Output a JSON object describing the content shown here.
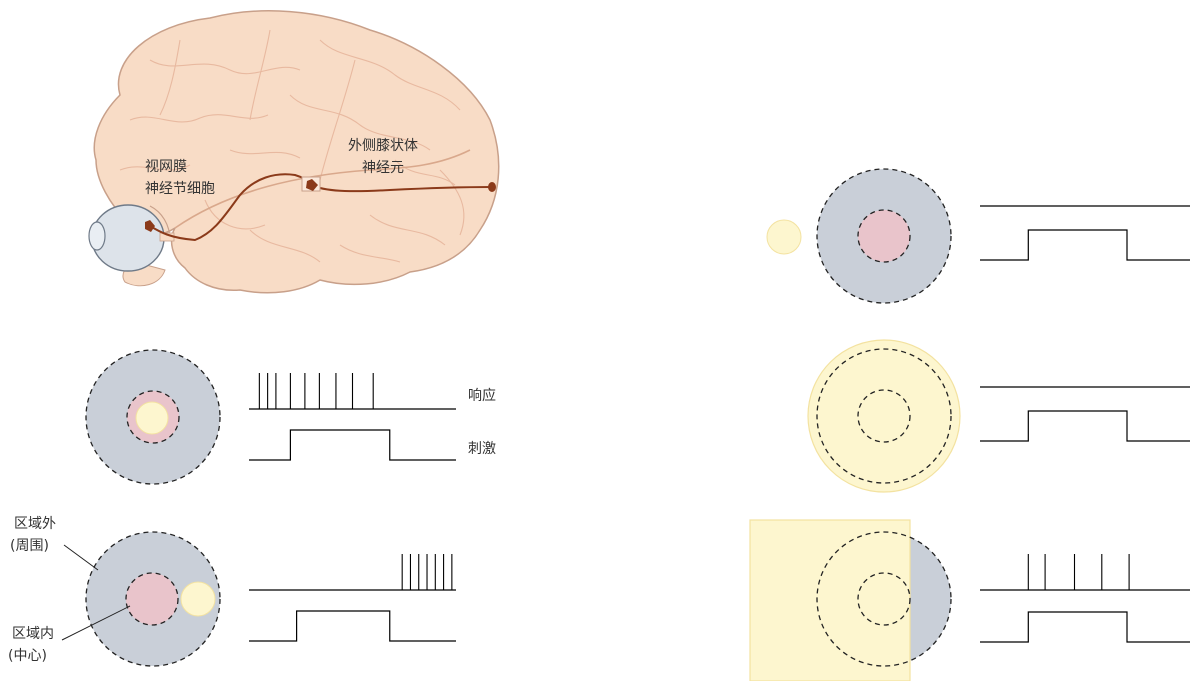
{
  "labels": {
    "retina_line1": "视网膜",
    "retina_line2": "神经节细胞",
    "lgn_line1": "外侧膝状体",
    "lgn_line2": "神经元",
    "response": "响应",
    "stimulus": "刺激",
    "surround_line1": "区域外",
    "surround_line2": "(周围)",
    "center_line1": "区域内",
    "center_line2": "(中心)"
  },
  "colors": {
    "surround": "#c9cfd8",
    "center": "#e9c4cb",
    "light": "#fdf6cf",
    "light_edge": "#f3e2a0",
    "brain": "#f8dcc6",
    "brain_edge": "#c8a08a",
    "pathway": "#8b3a1a",
    "trace": "#000000"
  },
  "panels": {
    "left_center_light": {
      "spike_times": [
        0.05,
        0.09,
        0.13,
        0.2,
        0.27,
        0.34,
        0.42,
        0.5,
        0.6
      ],
      "stimulus_on": 0.2,
      "stimulus_off": 0.68
    },
    "left_surround_light": {
      "spike_times": [
        0.74,
        0.78,
        0.82,
        0.86,
        0.9,
        0.94,
        0.98
      ],
      "stimulus_on": 0.23,
      "stimulus_off": 0.68
    },
    "right_light_outside": {
      "spike_times": [],
      "stimulus_on": 0.23,
      "stimulus_off": 0.7
    },
    "right_diffuse_light": {
      "spike_times": [],
      "stimulus_on": 0.23,
      "stimulus_off": 0.7
    },
    "right_edge_light": {
      "spike_times": [
        0.23,
        0.31,
        0.45,
        0.58,
        0.71
      ],
      "stimulus_on": 0.23,
      "stimulus_off": 0.7
    }
  }
}
